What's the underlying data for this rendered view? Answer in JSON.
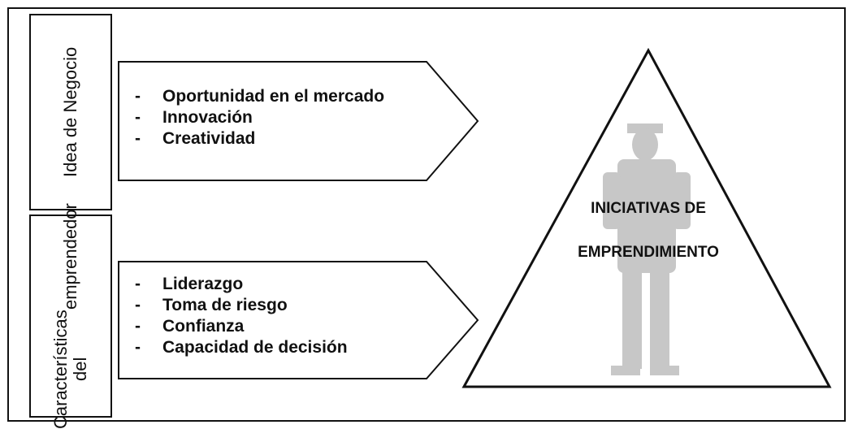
{
  "idea": {
    "title": "Idea de Negocio",
    "items": [
      "Oportunidad en el mercado",
      "Innovación",
      "Creatividad"
    ]
  },
  "caracteristicas": {
    "title_line1": "Características del",
    "title_line2": "emprendedor",
    "items": [
      "Liderazgo",
      "Toma de riesgo",
      "Confianza",
      "Capacidad de decisión"
    ]
  },
  "pyramid": {
    "line1": "INICIATIVAS DE",
    "line2": "EMPRENDIMIENTO"
  },
  "colors": {
    "stroke": "#111111",
    "figure": "#9a9a9a"
  }
}
